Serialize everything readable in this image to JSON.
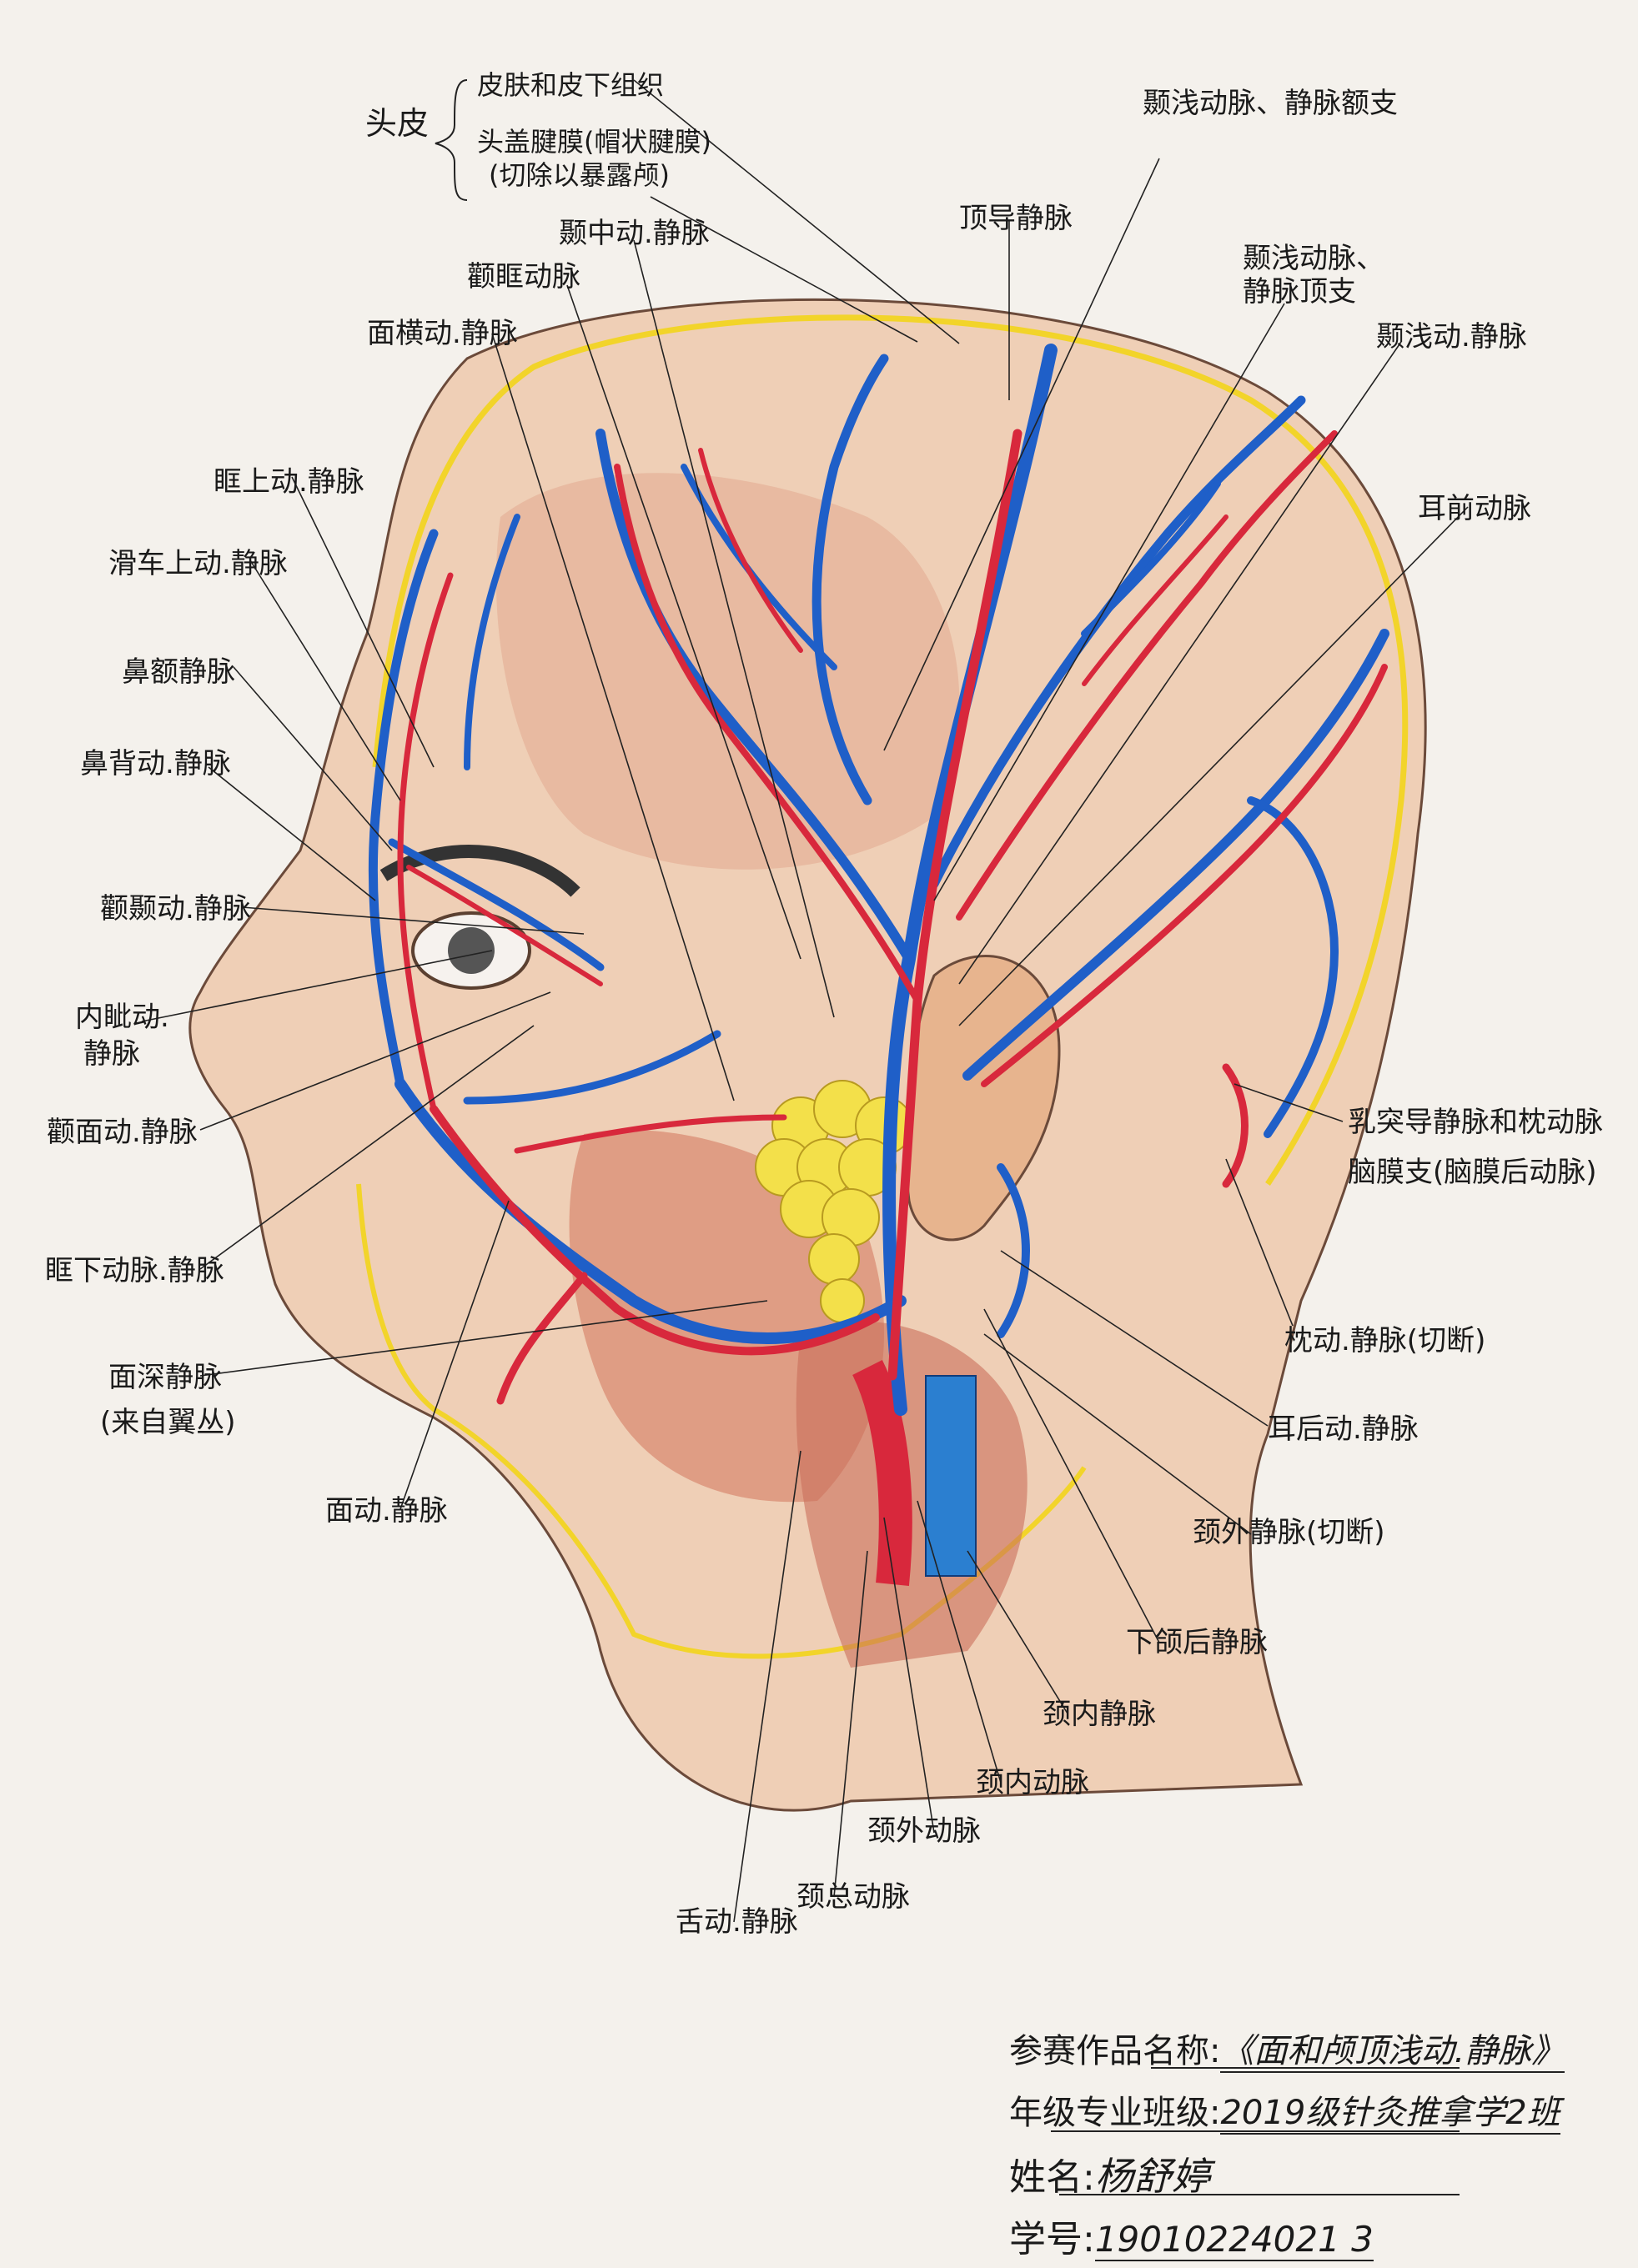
{
  "scalp": {
    "title": "头皮",
    "layers": [
      "皮肤和皮下组织",
      "头盖腱膜(帽状腱膜)",
      "(切除以暴露颅)"
    ]
  },
  "labels": {
    "stv_frontal": "颞浅动脉、静脉额支",
    "emissary_vein": "顶导静脉",
    "middle_temporal": "颞中动.静脉",
    "zygomatico_orbital": "颧眶动脉",
    "stv_parietal": "颞浅动脉、静脉顶支",
    "transverse_facial": "面横动.静脉",
    "stv": "颞浅动.静脉",
    "anterior_auricular": "耳前动脉",
    "supraorbital": "眶上动.静脉",
    "supratrochlear": "滑车上动.静脉",
    "nasofrontal_vein": "鼻额静脉",
    "dorsal_nasal": "鼻背动.静脉",
    "zygomaticotemporal": "颧颞动.静脉",
    "angular_line1": "内眦动.",
    "angular_line2": "静脉",
    "zygomaticofacial": "颧面动.静脉",
    "infraorbital": "眶下动脉.静脉",
    "deep_facial_line1": "面深静脉",
    "deep_facial_line2": "(来自翼丛)",
    "facial": "面动.静脉",
    "mastoid_occipital": "乳突导静脉和枕动脉",
    "meningeal_branch": "脑膜支(脑膜后动脉)",
    "occipital_cut": "枕动.静脉(切断)",
    "posterior_auricular": "耳后动.静脉",
    "external_jugular_cut": "颈外静脉(切断)",
    "retromandibular": "下颌后静脉",
    "internal_jugular": "颈内静脉",
    "internal_carotid": "颈内动脉",
    "external_carotid": "颈外动脉",
    "common_carotid": "颈总动脉",
    "lingual": "舌动.静脉"
  },
  "footer": {
    "work_label": "参赛作品名称:",
    "work_value": "《面和颅顶浅动.静脉》",
    "class_label": "年级专业班级:",
    "class_value": "2019级针灸推拿学2班",
    "name_label": "姓名:",
    "name_value": "杨舒婷",
    "id_label": "学号:",
    "id_value": "19010224021 3"
  },
  "colors": {
    "artery": "#d8283c",
    "vein": "#1f5fc8",
    "scalp_outline": "#f2d42a",
    "parotid": "#f3e04a",
    "skin": "#edc2a6"
  }
}
